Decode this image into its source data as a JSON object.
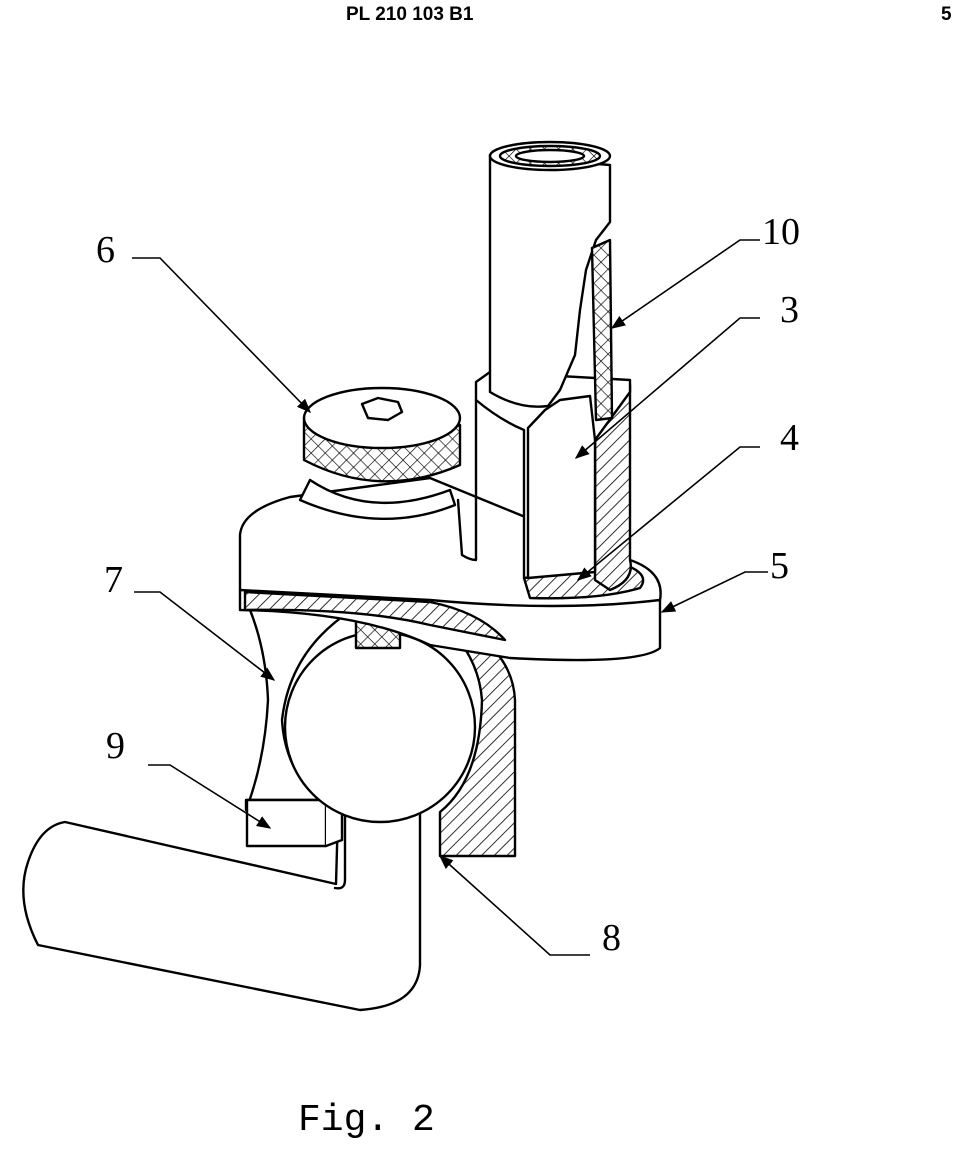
{
  "header": {
    "patent_number": "PL 210 103 B1",
    "page_number": "5"
  },
  "figure": {
    "caption": "Fig. 2",
    "reference_labels": {
      "r3": "3",
      "r4": "4",
      "r5": "5",
      "r6": "6",
      "r7": "7",
      "r8": "8",
      "r9": "9",
      "r10": "10"
    }
  }
}
